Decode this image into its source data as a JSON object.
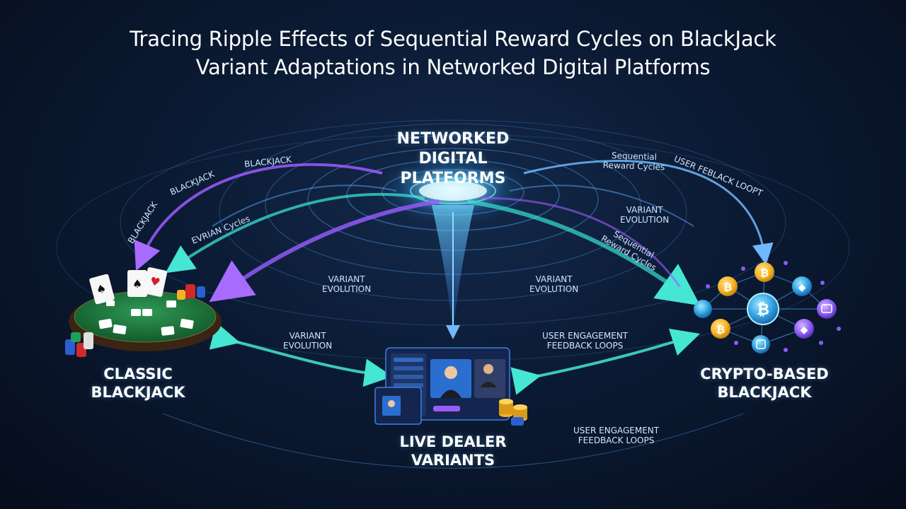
{
  "title": {
    "line1": "Tracing Ripple Effects of Sequential Reward Cycles on BlackJack",
    "line2": "Variant Adaptations in Networked Digital Platforms"
  },
  "hub": {
    "label": [
      "NETWORKED",
      "DIGITAL",
      "PLATFORMS"
    ]
  },
  "nodes": {
    "classic": [
      "CLASSIC",
      "BLACKJACK"
    ],
    "live": [
      "LIVE DEALER",
      "VARIANTS"
    ],
    "crypto": [
      "CRYPTO-BASED",
      "BLACKJACK"
    ]
  },
  "flow_labels": {
    "blackjack_top": "BLACKJACK",
    "blackjack_mid": "BLACKJACK",
    "blackjack_left": "BLACKJACK",
    "evrian_cycles": "EVRIAN Cycles",
    "seq_reward_top": [
      "Sequential",
      "Reward Cycles"
    ],
    "user_feedback_loop": "USER FEBLACK LOOPT",
    "variant_evolution_right": [
      "VARIANT",
      "EVOLUTION"
    ],
    "seq_reward_right": [
      "Sequential",
      "Reward Cycles"
    ],
    "variant_evolution_left_center": [
      "VARIANT",
      "EVOLUTION"
    ],
    "variant_evolution_right_center": [
      "VARIANT",
      "EVOLUTION"
    ],
    "variant_evolution_bottom_left": [
      "VARIANT",
      "EVOLUTION"
    ],
    "user_engagement_center": [
      "USER ENGAGEMENT",
      "FEEDBACK LOOPS"
    ],
    "user_engagement_bottom": [
      "USER ENGAGEMENT",
      "FEEDBACK LOOPS"
    ]
  },
  "colors": {
    "background": "#0b1a33",
    "purple_flow": "#9b5cff",
    "cyan_flow": "#39e0d0",
    "blue_flow": "#4fa8ff",
    "table_green": "#1f7a3e",
    "coin_gold": "#f5b324",
    "eth_purple": "#8a5cf6"
  }
}
